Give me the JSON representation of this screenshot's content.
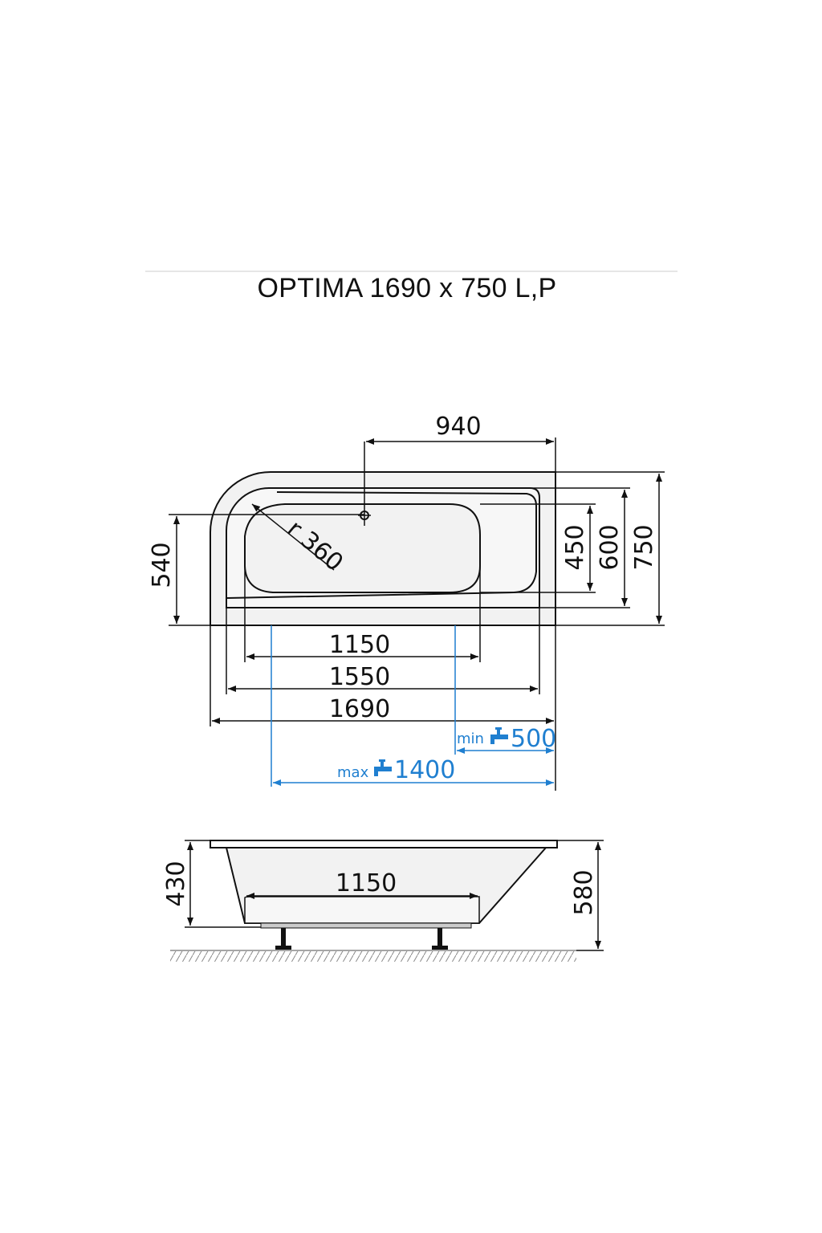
{
  "title": "OPTIMA 1690 x 750 L,P",
  "colors": {
    "line": "#111111",
    "fill": "#f2f2f2",
    "blue": "#1f7fd0",
    "hatch": "#888888"
  },
  "plan": {
    "dim_top": "940",
    "radius": "r 360",
    "dim_left": "540",
    "dim_right_inner": "450",
    "dim_right_mid": "600",
    "dim_right_outer": "750",
    "dim_inner_length": "1150",
    "dim_mid_length": "1550",
    "dim_outer_length": "1690",
    "tap_min_label": "min",
    "tap_min_value": "500",
    "tap_max_label": "max",
    "tap_max_value": "1400",
    "tap_icon": "faucet-icon"
  },
  "section": {
    "dim_height_left": "430",
    "dim_bottom_length": "1150",
    "dim_height_right": "580"
  }
}
